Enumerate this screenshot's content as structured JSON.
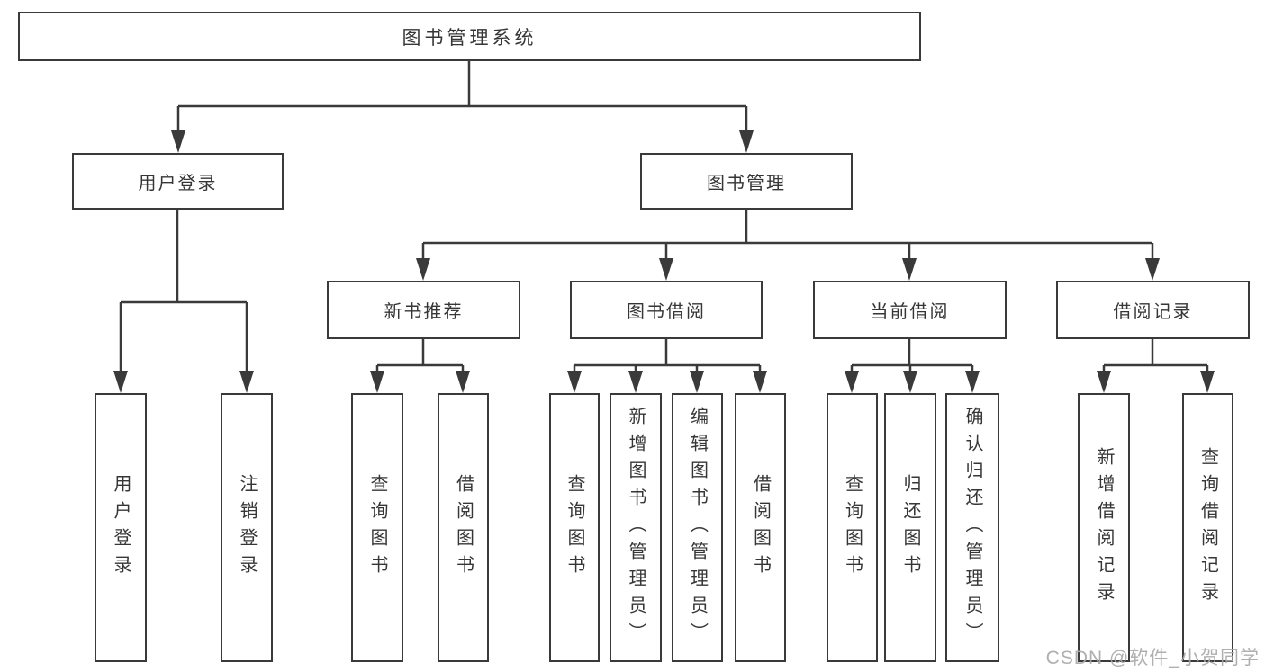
{
  "colors": {
    "line": "#3a3a3a",
    "box_border": "#3a3a3a",
    "text": "#363636",
    "watermark": "#a8a8a8",
    "background": "#ffffff"
  },
  "tree": {
    "label": "图书管理系统",
    "children": [
      {
        "label": "用户登录",
        "children": [
          {
            "label": "用户登录"
          },
          {
            "label": "注销登录"
          }
        ]
      },
      {
        "label": "图书管理",
        "children": [
          {
            "label": "新书推荐",
            "children": [
              {
                "label": "查询图书"
              },
              {
                "label": "借阅图书"
              }
            ]
          },
          {
            "label": "图书借阅",
            "children": [
              {
                "label": "查询图书"
              },
              {
                "label": "新增图书（管理员）"
              },
              {
                "label": "编辑图书（管理员）"
              },
              {
                "label": "借阅图书"
              }
            ]
          },
          {
            "label": "当前借阅",
            "children": [
              {
                "label": "查询图书"
              },
              {
                "label": "归还图书"
              },
              {
                "label": "确认归还（管理员）"
              }
            ]
          },
          {
            "label": "借阅记录",
            "children": [
              {
                "label": "新增借阅记录"
              },
              {
                "label": "查询借阅记录"
              }
            ]
          }
        ]
      }
    ]
  },
  "watermark": {
    "text": "CSDN @软件_小贺同学"
  }
}
